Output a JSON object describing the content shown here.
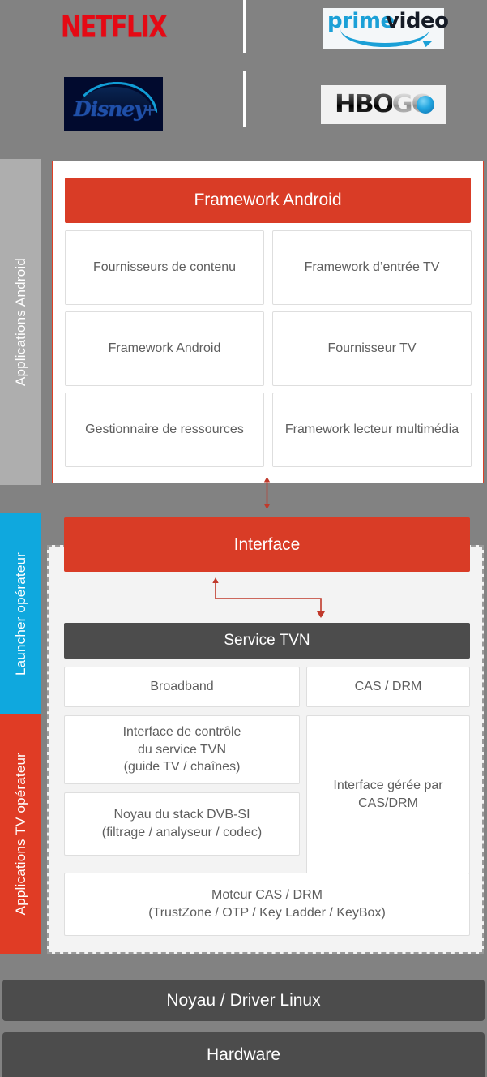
{
  "header": {
    "logos": [
      {
        "id": "netflix",
        "name": "Netflix",
        "text": "NETFLIX"
      },
      {
        "id": "prime-video",
        "name": "Prime Video",
        "text_a": "prime",
        "text_b": "video"
      },
      {
        "id": "disney-plus",
        "name": "Disney+",
        "text": "Disney",
        "plus": "+"
      },
      {
        "id": "hbo-go",
        "name": "HBO GO",
        "text_a": "HBO",
        "text_b": "GO"
      }
    ]
  },
  "rails": [
    {
      "id": "applications-android",
      "label": "Applications Android",
      "color": "#aeaeae"
    },
    {
      "id": "launcher-operateur",
      "label": "Launcher opérateur",
      "color": "#0fa8de"
    },
    {
      "id": "applications-tv-operateur",
      "label": "Applications TV opérateur",
      "color": "#e03c25"
    }
  ],
  "android_panel": {
    "title": "Framework Android",
    "cells": [
      {
        "label": "Fournisseurs de contenu"
      },
      {
        "label": "Framework d’entrée TV"
      },
      {
        "label": "Framework Android"
      },
      {
        "label": "Fournisseur TV"
      },
      {
        "label": "Gestionnaire de ressources"
      },
      {
        "label": "Framework lecteur multimédia"
      }
    ]
  },
  "interface_bar": {
    "title": "Interface"
  },
  "operator_panel": {
    "service_title": "Service TVN",
    "cells": {
      "broadband": "Broadband",
      "cas_drm": "CAS / DRM",
      "control_interface": "Interface de contrôle\ndu service TVN\n(guide TV / chaînes)",
      "managed_interface": "Interface gérée par\nCAS/DRM",
      "dvb_si": "Noyau du stack DVB-SI\n(filtrage / analyseur / codec)",
      "cas_drm_engine": "Moteur CAS / DRM\n(TrustZone / OTP / Key Ladder / KeyBox)"
    }
  },
  "bottom": {
    "kernel": "Noyau / Driver Linux",
    "hardware": "Hardware"
  },
  "colors": {
    "accent_red": "#d93c26",
    "accent_blue": "#0fa8de",
    "dark_gray": "#4c4c4c",
    "background_gray": "#828282",
    "panel_gray": "#f3f3f3"
  }
}
